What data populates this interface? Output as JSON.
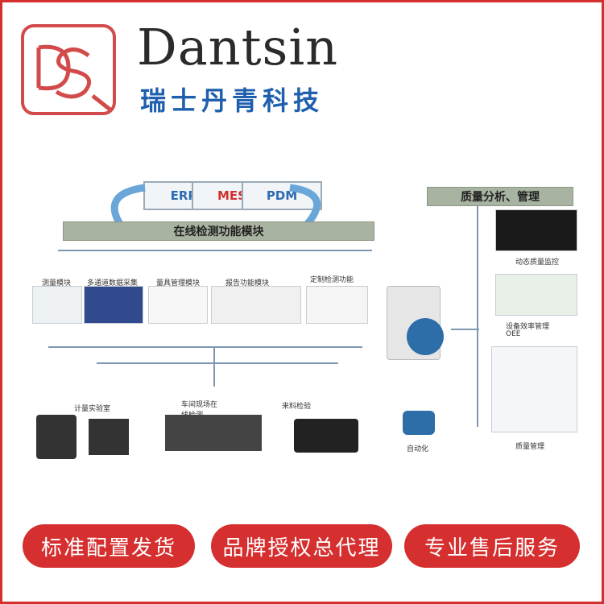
{
  "header": {
    "brand_name": "Dantsin",
    "brand_cn": "瑞士丹青科技"
  },
  "systems": [
    "ERP",
    "MES",
    "PDM"
  ],
  "online_module": {
    "title": "在线检测功能模块",
    "modules": [
      "测量模块",
      "多通道数据采集",
      "量具管理模块",
      "报告功能模块",
      "定制检测功能"
    ]
  },
  "labs": [
    "计量实验室",
    "车间现场在线检测",
    "来料检验"
  ],
  "quality": {
    "title": "质量分析、管理",
    "items": [
      "动态质量监控",
      "设备效率管理",
      "OEE",
      "质量管理"
    ]
  },
  "automation_label": "自动化",
  "buttons": [
    "标准配置发货",
    "品牌授权总代理",
    "专业售后服务"
  ],
  "colors": {
    "red": "#d62f2f",
    "blue": "#1f5fae",
    "band": "#a9b3a1"
  }
}
